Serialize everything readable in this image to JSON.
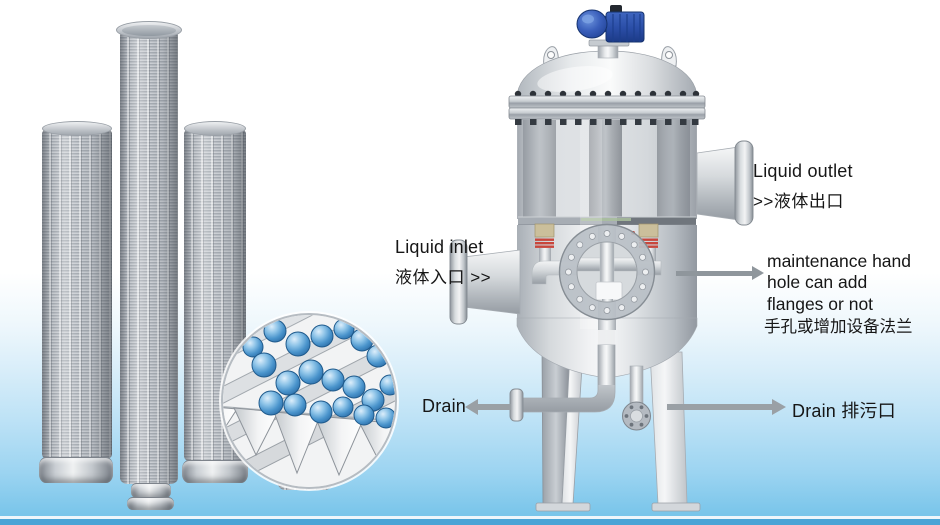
{
  "labels": {
    "liquid_inlet": {
      "en": "Liquid inlet",
      "zh": "液体入口 >>"
    },
    "liquid_outlet": {
      "en": "Liquid outlet",
      "zh": ">>液体出口"
    },
    "maintenance": {
      "en": "maintenance hand hole can add flanges or not",
      "zh": "手孔或增加设备法兰"
    },
    "drain_left": "Drain",
    "drain_right": "Drain 排污口"
  },
  "colors": {
    "background_bottom": "#74c3ea",
    "footer_bar": "#4aa4d6",
    "footer_line": "#eef6fb",
    "arrow_gray": "#9aa0a5",
    "text": "#161616",
    "actuator_blue": "#2a4da6",
    "particle_blue": "#4a94cc",
    "steel_light": "#f2f4f5",
    "steel_dark": "#9aa0a7"
  }
}
